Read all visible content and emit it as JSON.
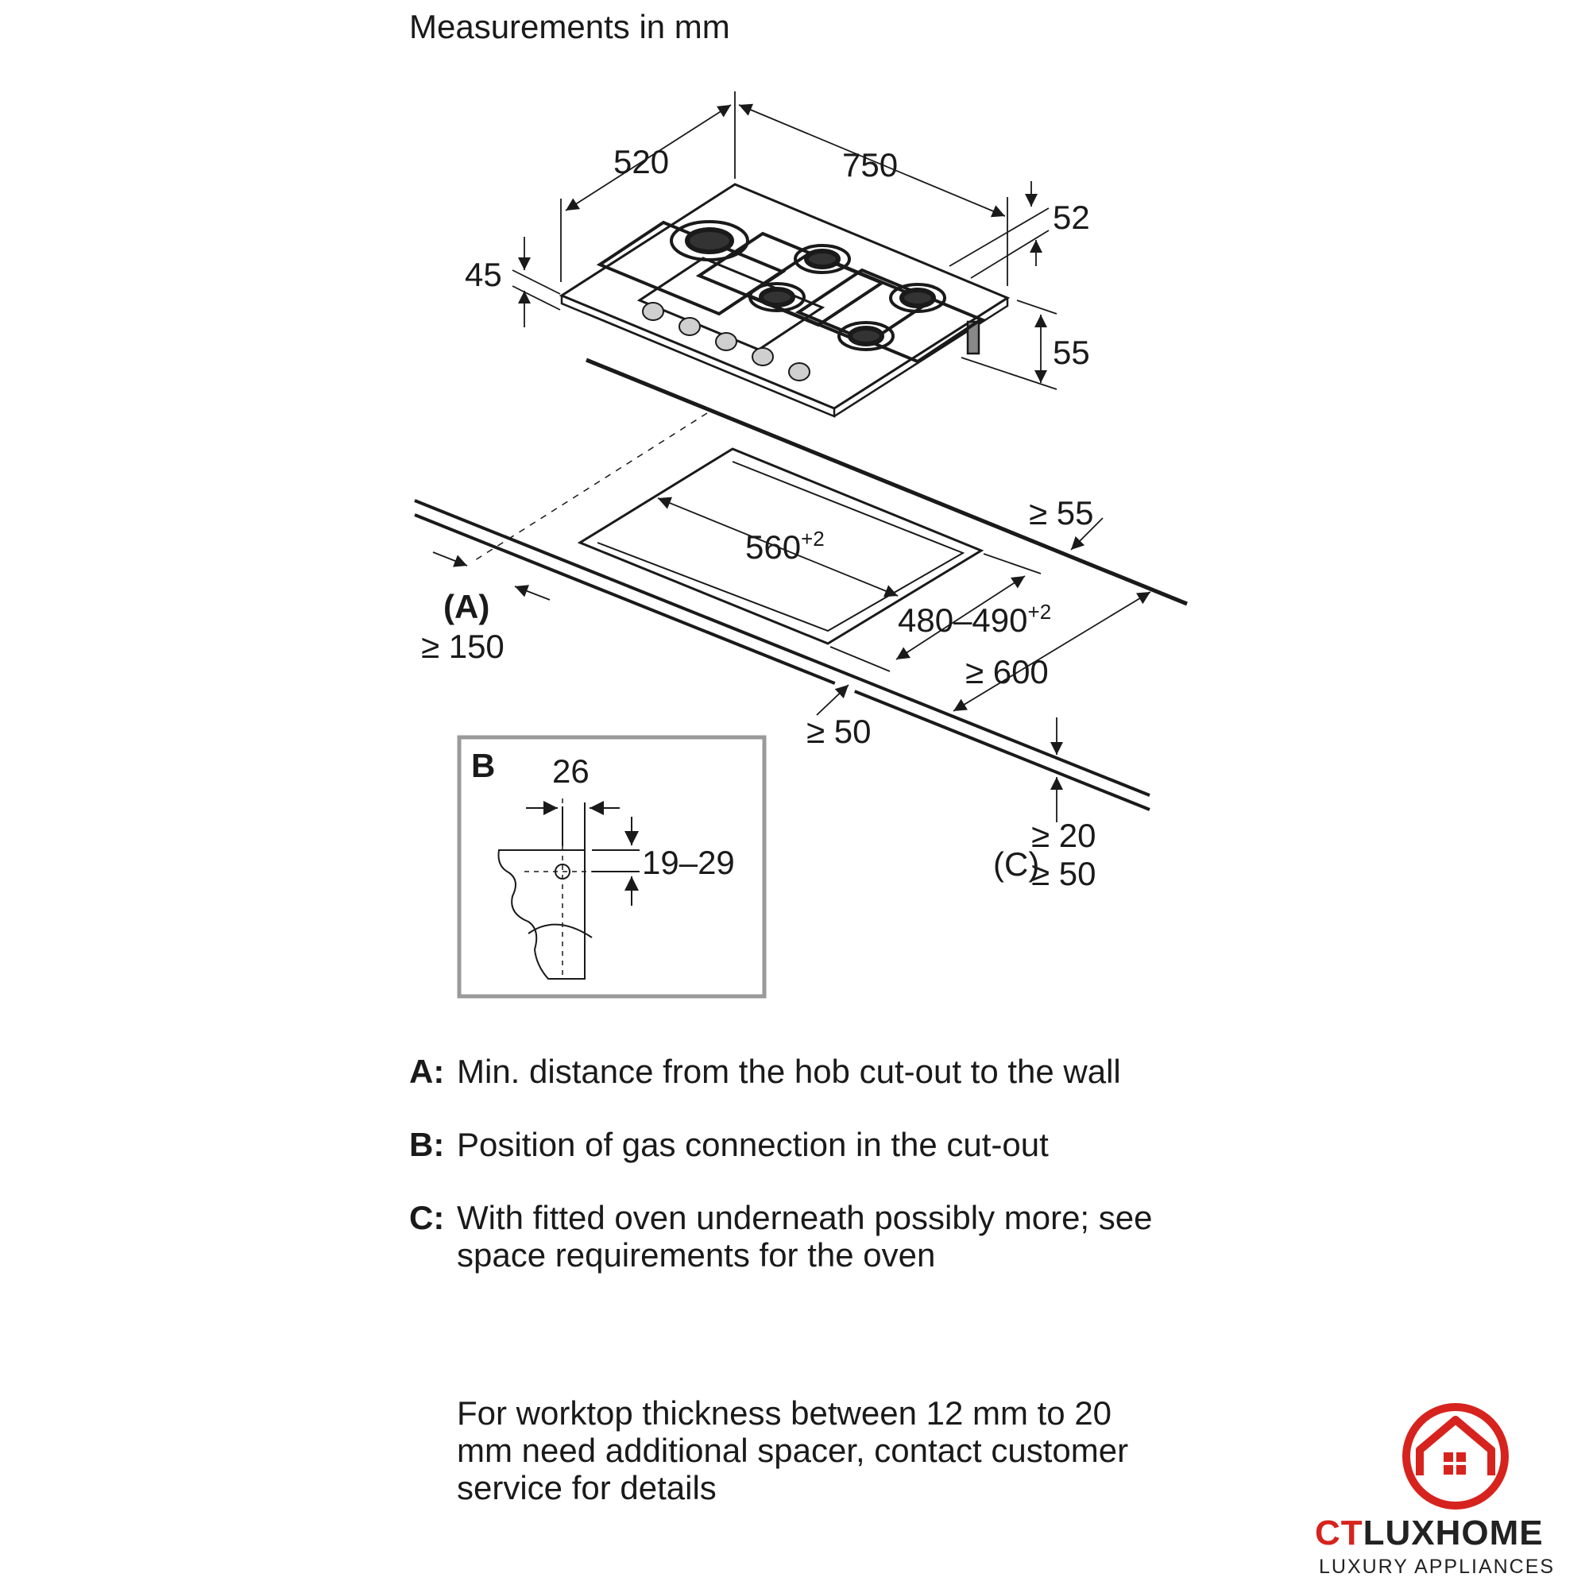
{
  "title": "Measurements in mm",
  "dimensions": {
    "depth": "520",
    "width": "750",
    "height_rear": "52",
    "thickness_front": "45",
    "depth_below": "55",
    "cutout_width": "560",
    "cutout_width_tol": "+2",
    "cutout_depth": "480–490",
    "cutout_depth_tol": "+2",
    "min_rear": "≥ 55",
    "min_wall_label": "(A)",
    "min_wall": "≥ 150",
    "min_front": "≥ 50",
    "min_worktop_depth": "≥ 600",
    "worktop_label": "(C)",
    "worktop_min": "≥ 20",
    "worktop_alt": "≥ 50"
  },
  "detail_b": {
    "label": "B",
    "offset": "26",
    "height_range": "19–29"
  },
  "legend": [
    {
      "key": "A:",
      "text": "Min. distance from the hob cut-out to the wall"
    },
    {
      "key": "B:",
      "text": "Position of gas connection in the cut-out"
    },
    {
      "key": "C:",
      "text": "With fitted oven underneath possibly more; see space requirements for the oven"
    }
  ],
  "note": "For worktop thickness between 12 mm to 20 mm need additional spacer, contact customer service for details",
  "logo": {
    "brand_ct": "CT",
    "brand_rest": "LUXHOME",
    "tagline": "LUXURY APPLIANCES",
    "accent": "#d7231e"
  }
}
